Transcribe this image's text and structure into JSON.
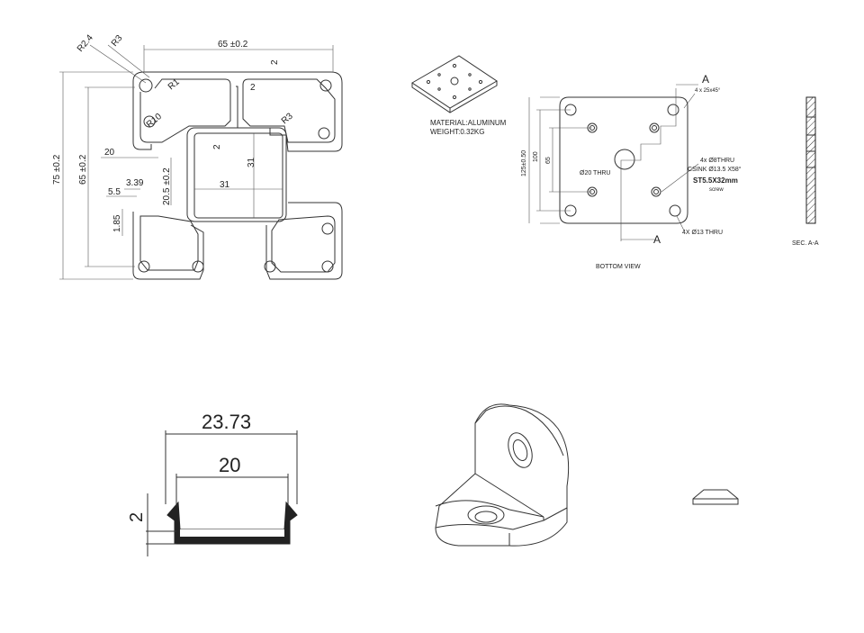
{
  "profile": {
    "dims": {
      "width_top": "65 ±0.2",
      "height_outer": "75 ±0.2",
      "height_inner": "65 ±0.2",
      "r24": "R2.4",
      "r3a": "R3",
      "r1": "R1",
      "r10": "R10",
      "r3b": "R3",
      "wall_a": "2",
      "wall_b": "2",
      "wall_c": "2",
      "left_20": "20",
      "center_h": "20.5 ±0.2",
      "d339": "3.39",
      "d55": "5.5",
      "d185": "1.85",
      "sq_w": "31",
      "sq_h": "31"
    }
  },
  "plate": {
    "material": "MATERIAL:ALUMINUM",
    "weight": "WEIGHT:0.32KG",
    "bottom_view": "BOTTOM VIEW",
    "section_label": "SEC. A-A",
    "section_a_top": "A",
    "section_a_bottom": "A",
    "chamfer": "4 x 25x45°",
    "height_total": "125±0.50",
    "dim_100": "100",
    "dim_65": "65",
    "center_hole": "Ø20 THRU",
    "holes_1": "4x Ø8THRU",
    "holes_2": "CSINK Ø13.5 X58°",
    "screw_1": "ST5.5X32mm",
    "screw_2": "screw",
    "holes_13": "4X Ø13 THRU"
  },
  "cover": {
    "dim_outer": "23.73",
    "dim_inner": "20",
    "dim_thick": "2"
  }
}
